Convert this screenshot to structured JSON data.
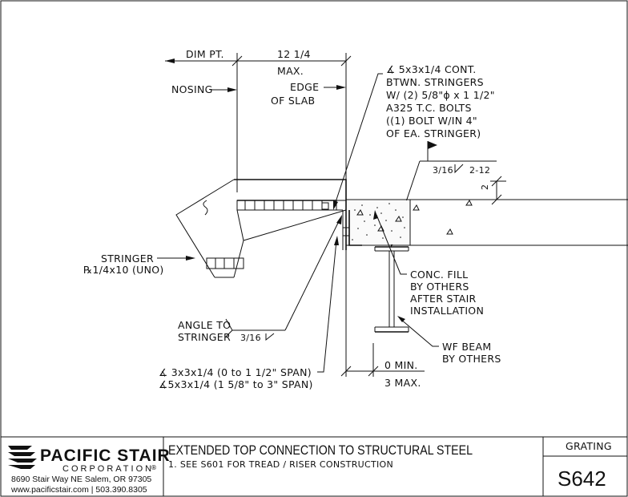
{
  "annotations": {
    "dim_pt": "DIM PT.",
    "dim_12_1_4": "12 1/4",
    "max": "MAX.",
    "nosing": "NOSING",
    "edge_of_slab": [
      "EDGE",
      "OF SLAB"
    ],
    "angle_continuous": [
      "∡ 5x3x1/4 CONT.",
      "BTWN. STRINGERS",
      "W/ (2) 5/8\"ϕ x 1 1/2\"",
      "A325 T.C. BOLTS",
      "((1) BOLT W/IN 4\"",
      "OF EA. STRINGER)"
    ],
    "weld_top": "3/16",
    "weld_top_pitch": "2-12",
    "slab_dim": "2",
    "stringer": [
      "STRINGER",
      "℞1/4x10 (UNO)"
    ],
    "conc_fill": [
      "CONC. FILL",
      "BY OTHERS",
      "AFTER STAIR",
      "INSTALLATION"
    ],
    "angle_to_stringer": [
      "ANGLE TO",
      "STRINGER"
    ],
    "weld_angle": "3/16",
    "wf_beam": [
      "WF BEAM",
      "BY OTHERS"
    ],
    "gap_min": "0 MIN.",
    "gap_max": "3 MAX.",
    "angle_spans": [
      "∡ 3x3x1/4 (0 to 1 1/2\" SPAN)",
      "∡5x3x1/4 (1 5/8\" to 3\" SPAN)"
    ]
  },
  "title_block": {
    "company": "PACIFIC STAIR",
    "company_sub": "CORPORATION",
    "registered": "®",
    "address": "8690 Stair Way NE Salem, OR 97305",
    "contact": "www.pacificstair.com  |  503.390.8305",
    "title": "EXTENDED TOP CONNECTION TO STRUCTURAL STEEL",
    "note": "1.  SEE S601 FOR TREAD / RISER CONSTRUCTION",
    "category": "GRATING",
    "sheet": "S642"
  }
}
